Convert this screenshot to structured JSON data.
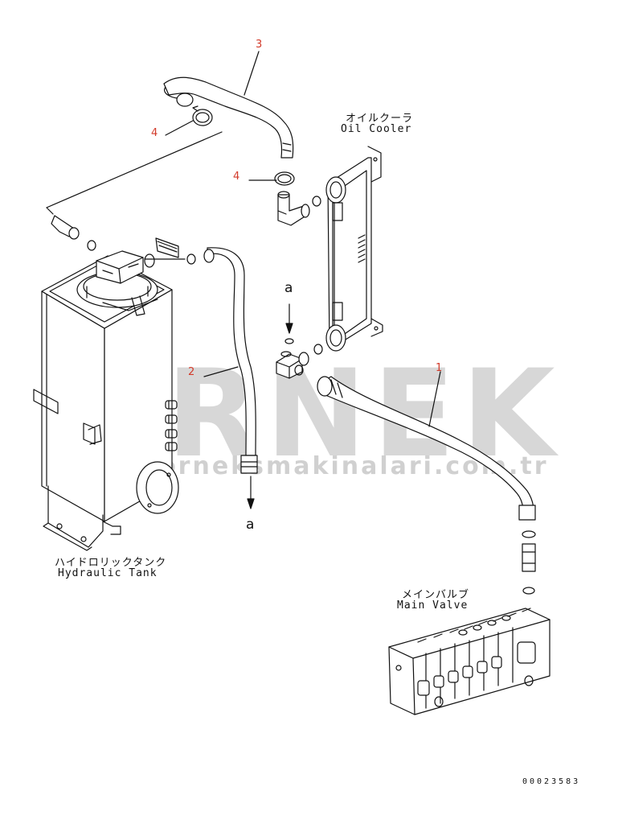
{
  "labels": {
    "oil_cooler_jp": "オイルクーラ",
    "oil_cooler_en": "Oil Cooler",
    "hydraulic_tank_jp": "ハイドロリックタンク",
    "hydraulic_tank_en": "Hydraulic Tank",
    "main_valve_jp": "メインバルブ",
    "main_valve_en": "Main Valve"
  },
  "part_numbers": {
    "p1": "1",
    "p2": "2",
    "p3": "3",
    "p4_top": "4",
    "p4_mid": "4"
  },
  "references": {
    "a_top": "a",
    "a_bottom": "a"
  },
  "watermark": {
    "brand": "ÖRNEK",
    "url": "www.orneksmakinalari.com.tr"
  },
  "drawing_code": "00023583",
  "colors": {
    "line": "#111111",
    "callout": "#d23a2a",
    "watermark": "#969696",
    "watermark_accent": "#e8b84a"
  }
}
